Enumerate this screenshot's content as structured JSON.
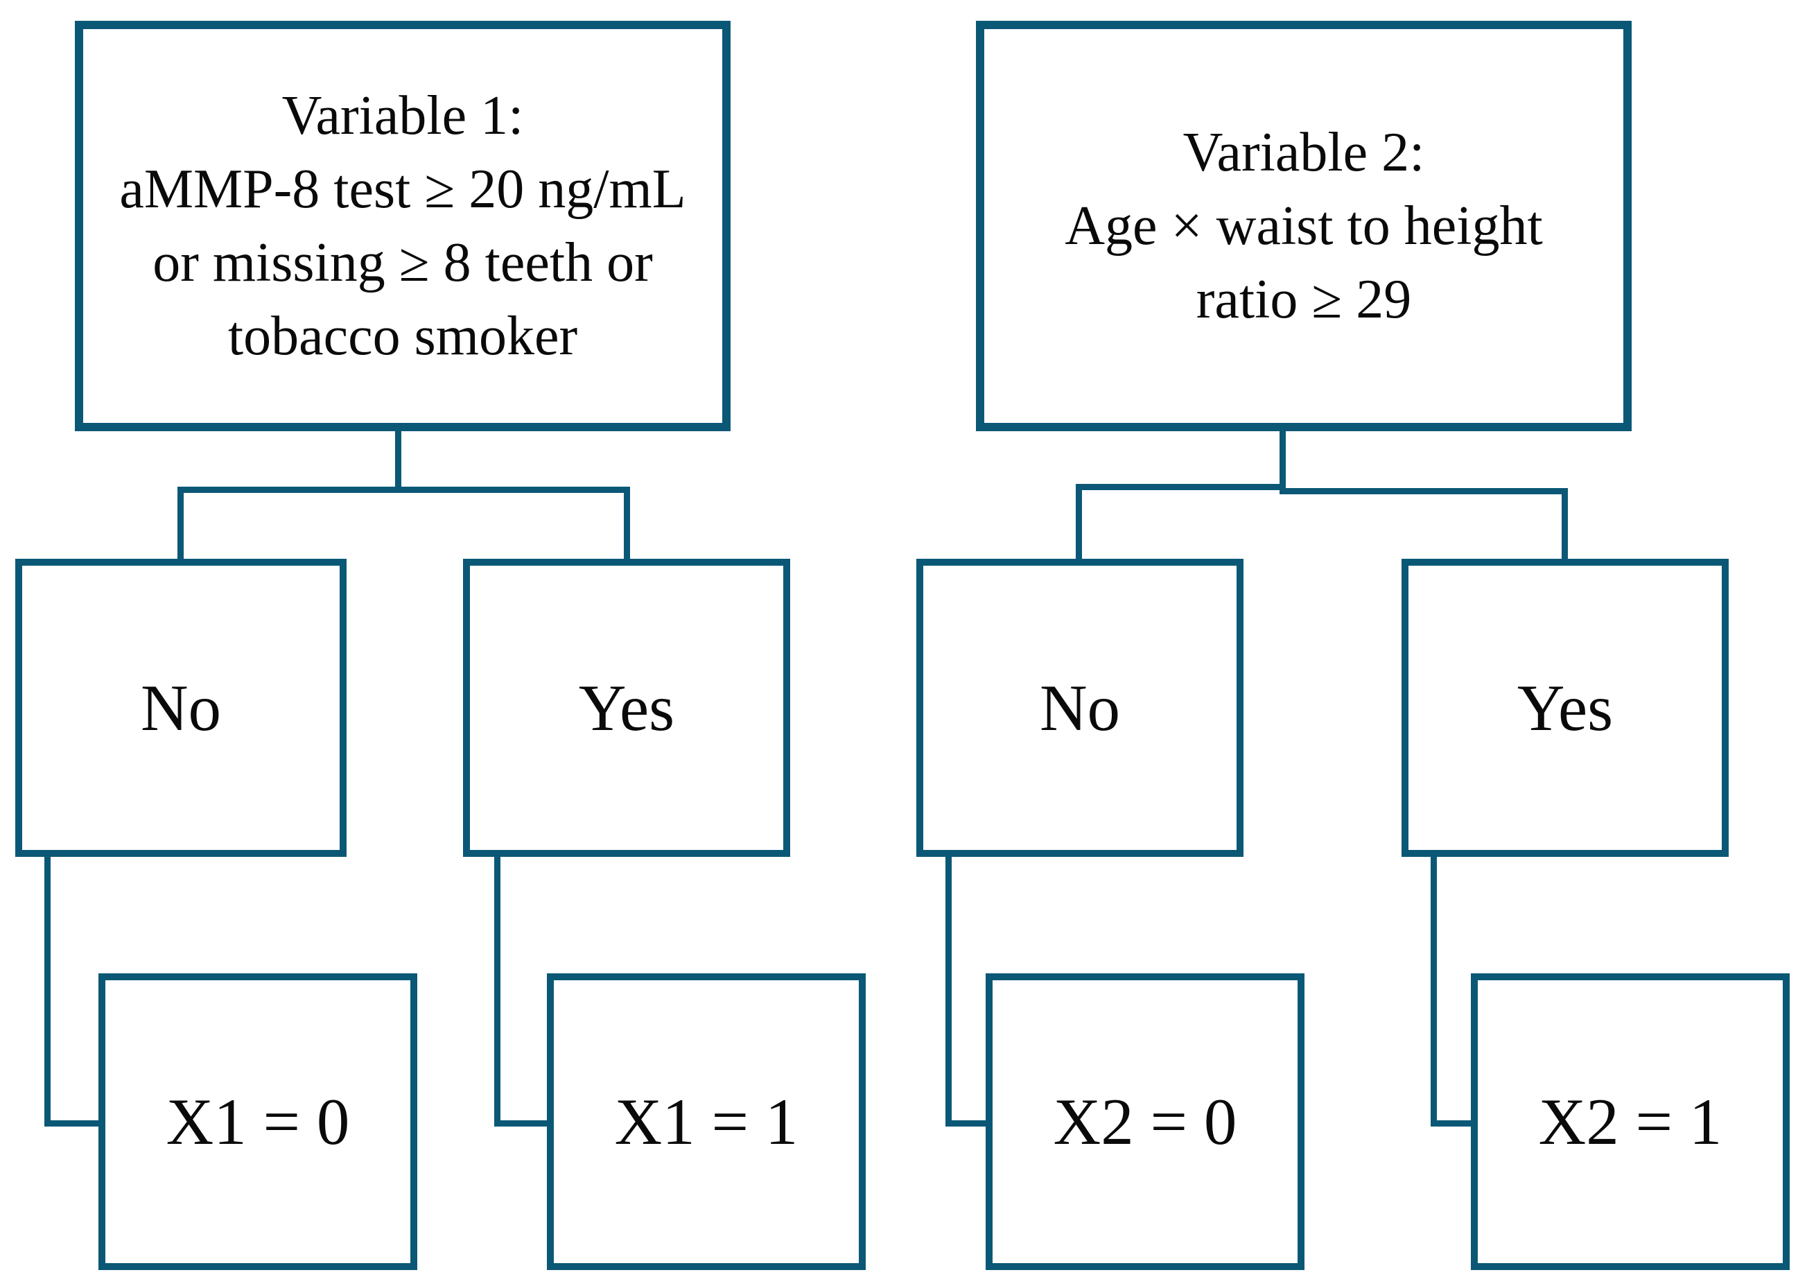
{
  "diagram": {
    "colors": {
      "line": "#0B5876",
      "text": "#0A0A0A",
      "background": "#FFFFFF"
    },
    "tree1": {
      "root_lines": [
        "Variable 1:",
        "aMMP-8 test ≥ 20 ng/mL",
        "or missing ≥ 8 teeth or",
        "tobacco smoker"
      ],
      "no_label": "No",
      "yes_label": "Yes",
      "no_result": "X1 = 0",
      "yes_result": "X1 = 1"
    },
    "tree2": {
      "root_lines": [
        "Variable 2:",
        "Age × waist to height",
        "ratio ≥ 29"
      ],
      "no_label": "No",
      "yes_label": "Yes",
      "no_result": "X2 = 0",
      "yes_result": "X2 = 1"
    }
  }
}
